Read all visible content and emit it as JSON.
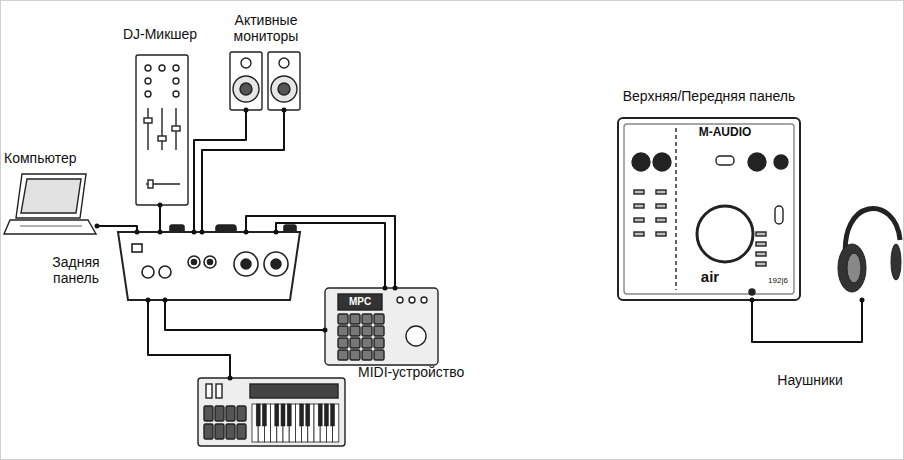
{
  "diagram": {
    "nodes": [
      {
        "text": [
          "DJ-Микшер"
        ]
      },
      {
        "text": [
          "Активные мониторы"
        ]
      },
      {
        "text": [
          "Компьютер"
        ]
      },
      {
        "text": [
          "Задняя панель"
        ]
      },
      {
        "text": [
          "MPC"
        ]
      },
      {
        "text": [
          "MIDI-устройство"
        ]
      },
      {
        "text": [
          "Верхняя/Передняя панель",
          "M-AUDIO",
          "air",
          "192|6"
        ]
      },
      {
        "text": [
          "Наушники"
        ]
      }
    ],
    "edges": [
      {
        "from": 0,
        "to": 3,
        "arrow": "none"
      },
      {
        "from": 1,
        "to": 3,
        "arrow": "none"
      },
      {
        "from": 1,
        "to": 3,
        "arrow": "none"
      },
      {
        "from": 2,
        "to": 3,
        "arrow": "none"
      },
      {
        "from": 3,
        "to": 4,
        "arrow": "none"
      },
      {
        "from": 3,
        "to": 4,
        "arrow": "none"
      },
      {
        "from": 3,
        "to": 4,
        "arrow": "none"
      },
      {
        "from": 3,
        "to": 5,
        "arrow": "none"
      },
      {
        "from": 6,
        "to": 7,
        "arrow": "none"
      }
    ]
  }
}
